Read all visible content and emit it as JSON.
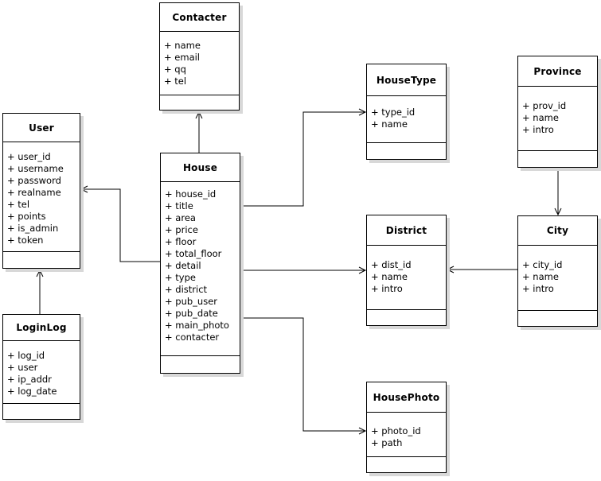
{
  "diagram": {
    "colors": {
      "canvas_bg": "#ffffff",
      "box_bg": "#ffffff",
      "border": "#000000",
      "shadow": "#d8d8d8",
      "line": "#000000"
    },
    "classes": {
      "contacter": {
        "name": "Contacter",
        "attributes": [
          "+ name",
          "+ email",
          "+ qq",
          "+ tel"
        ]
      },
      "user": {
        "name": "User",
        "attributes": [
          "+ user_id",
          "+ username",
          "+ password",
          "+ realname",
          "+ tel",
          "+ points",
          "+ is_admin",
          "+ token"
        ]
      },
      "loginlog": {
        "name": "LoginLog",
        "attributes": [
          "+ log_id",
          "+ user",
          "+ ip_addr",
          "+ log_date"
        ]
      },
      "house": {
        "name": "House",
        "attributes": [
          "+ house_id",
          "+ title",
          "+ area",
          "+ price",
          "+ floor",
          "+ total_floor",
          "+ detail",
          "+ type",
          "+ district",
          "+ pub_user",
          "+ pub_date",
          "+ main_photo",
          "+ contacter"
        ]
      },
      "housetype": {
        "name": "HouseType",
        "attributes": [
          "+ type_id",
          "+ name"
        ]
      },
      "province": {
        "name": "Province",
        "attributes": [
          "+ prov_id",
          "+ name",
          "+ intro"
        ]
      },
      "district": {
        "name": "District",
        "attributes": [
          "+ dist_id",
          "+ name",
          "+ intro"
        ]
      },
      "city": {
        "name": "City",
        "attributes": [
          "+ city_id",
          "+ name",
          "+ intro"
        ]
      },
      "housephoto": {
        "name": "HousePhoto",
        "attributes": [
          "+ photo_id",
          "+ path"
        ]
      }
    },
    "relations": [
      {
        "from": "House",
        "to": "Contacter"
      },
      {
        "from": "House",
        "to": "User"
      },
      {
        "from": "LoginLog",
        "to": "User"
      },
      {
        "from": "House",
        "to": "HouseType"
      },
      {
        "from": "House",
        "to": "District"
      },
      {
        "from": "House",
        "to": "HousePhoto"
      },
      {
        "from": "Province",
        "to": "City"
      },
      {
        "from": "City",
        "to": "District"
      }
    ]
  }
}
